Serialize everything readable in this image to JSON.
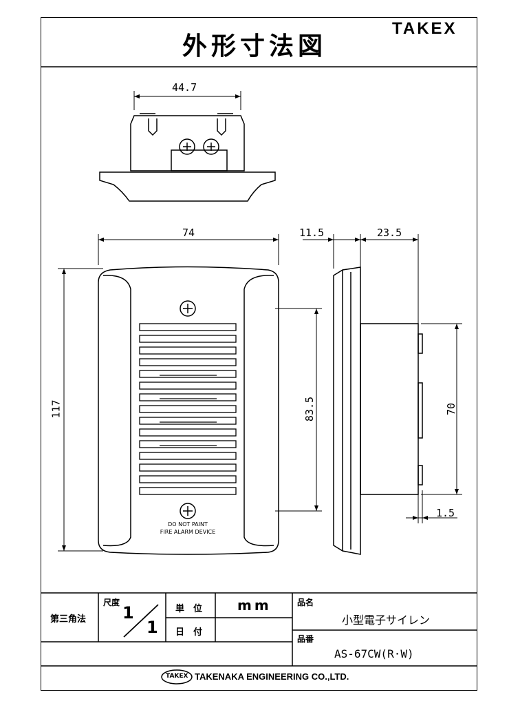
{
  "header": {
    "title": "外形寸法図",
    "brand": "TAKEX"
  },
  "dimensions": {
    "top_width": "44.7",
    "front_width": "74",
    "side_depth": "11.5",
    "side_depth2": "23.5",
    "height": "117",
    "screw_pitch": "83.5",
    "box_height": "70",
    "offset": "1.5"
  },
  "device_label": {
    "line1": "DO NOT PAINT",
    "line2": "FIRE ALARM DEVICE"
  },
  "title_block": {
    "projection": "第三角法",
    "scale_label": "尺度",
    "scale_num": "1",
    "scale_den": "1",
    "unit_label": "単　位",
    "unit_value": "mm",
    "date_label": "日　付",
    "name_label": "品名",
    "name_value": "小型電子サイレン",
    "part_label": "品番",
    "part_value": "AS-67CW(R·W)",
    "company_logo": "TAKEX",
    "company": "TAKENAKA ENGINEERING CO.,LTD."
  }
}
